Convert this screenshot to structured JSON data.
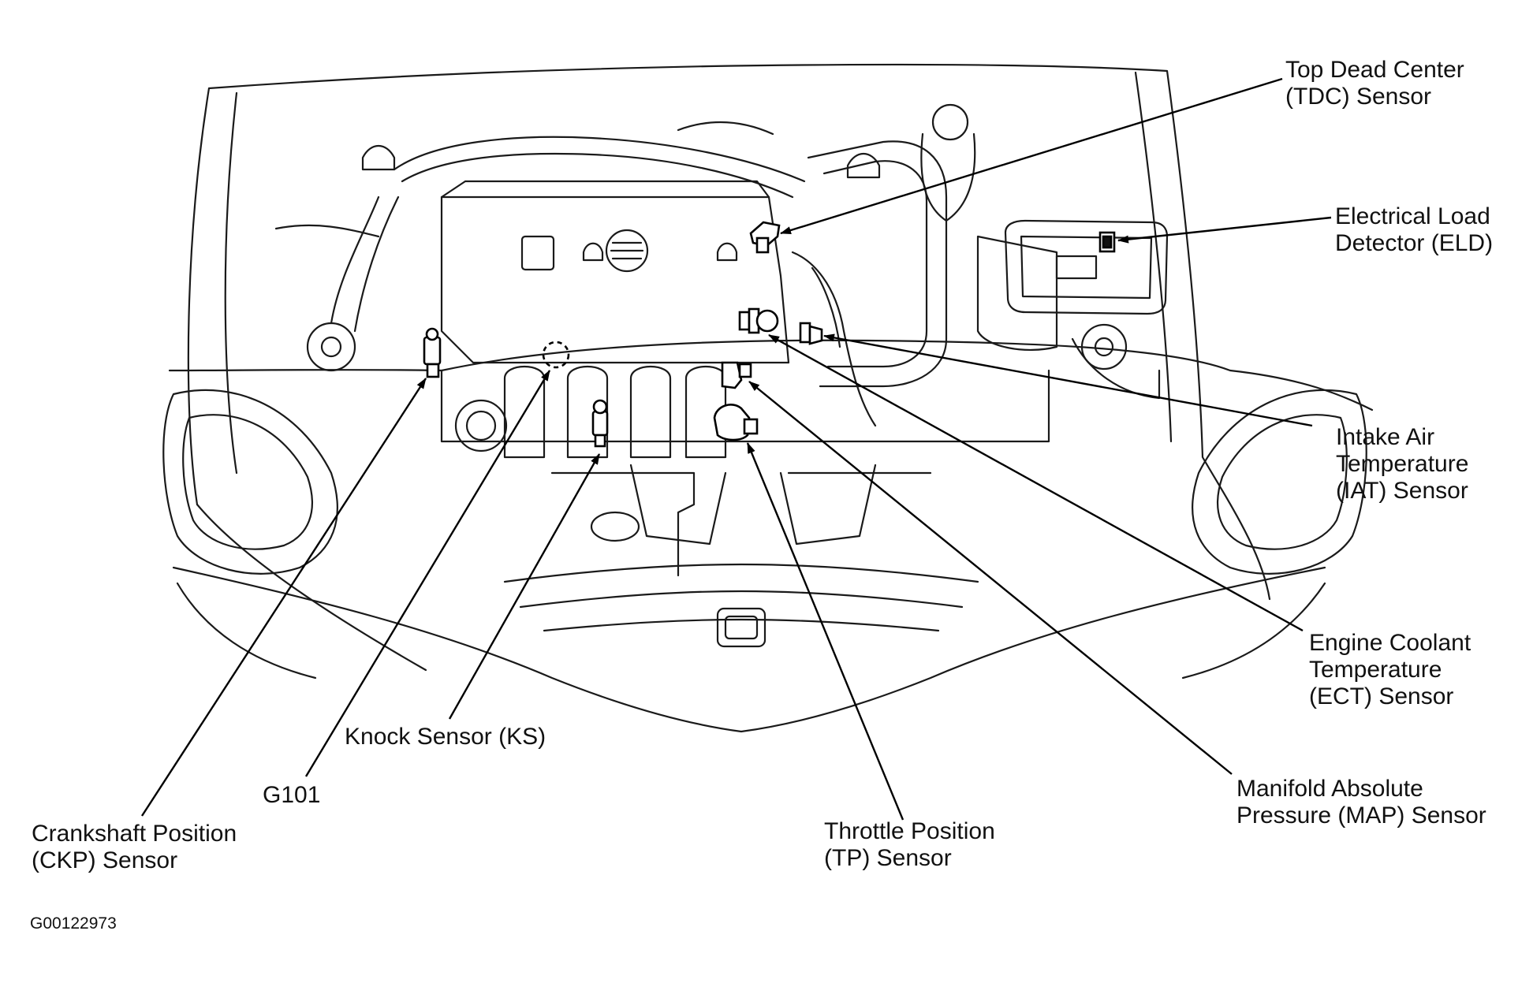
{
  "figure_id": "G00122973",
  "labels": {
    "tdc": [
      "Top Dead Center",
      "(TDC) Sensor"
    ],
    "eld": [
      "Electrical Load",
      "Detector (ELD)"
    ],
    "iat": [
      "Intake Air",
      "Temperature",
      "(IAT) Sensor"
    ],
    "ect": [
      "Engine Coolant",
      "Temperature",
      "(ECT) Sensor"
    ],
    "map": [
      "Manifold Absolute",
      "Pressure (MAP) Sensor"
    ],
    "tp": [
      "Throttle Position",
      "(TP) Sensor"
    ],
    "ks": [
      "Knock Sensor (KS)"
    ],
    "g101": [
      "G101"
    ],
    "ckp": [
      "Crankshaft Position",
      "(CKP) Sensor"
    ]
  }
}
